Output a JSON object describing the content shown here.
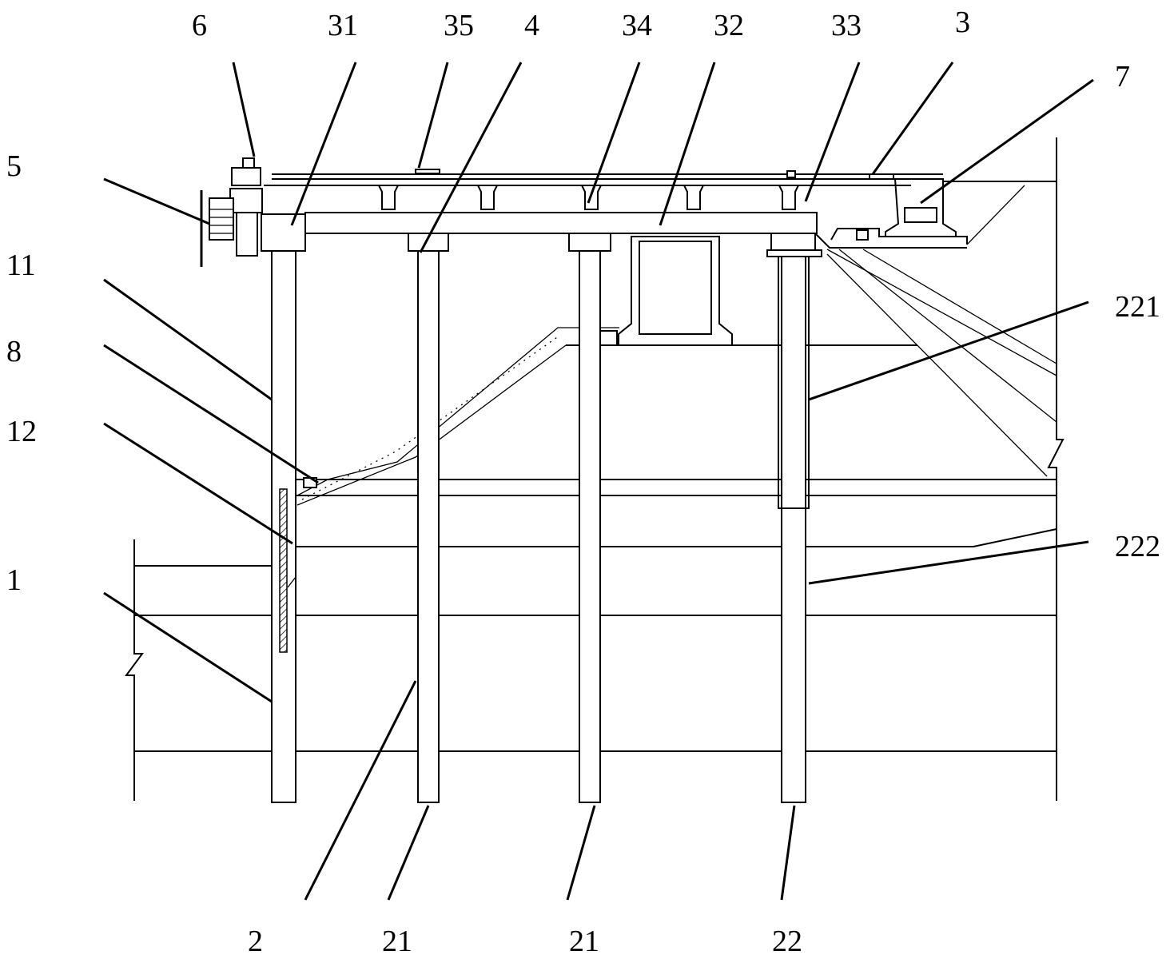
{
  "figure": {
    "labels": {
      "l6": "6",
      "l31": "31",
      "l35": "35",
      "l4": "4",
      "l34": "34",
      "l32": "32",
      "l33": "33",
      "l3": "3",
      "l7": "7",
      "l5": "5",
      "l11": "11",
      "l8": "8",
      "l12": "12",
      "l1": "1",
      "l221": "221",
      "l222": "222",
      "l2": "2",
      "l21a": "21",
      "l21b": "21",
      "l22": "22"
    }
  }
}
